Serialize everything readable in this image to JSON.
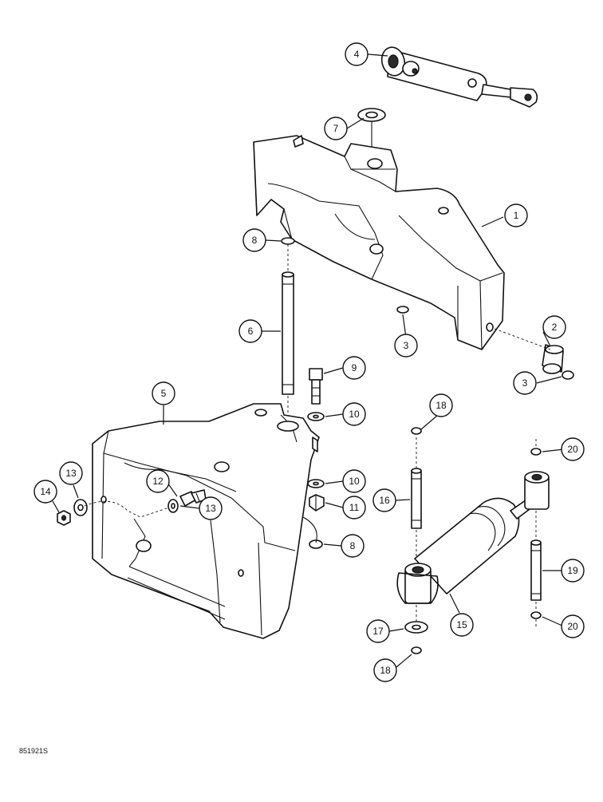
{
  "diagram": {
    "reference_code": "851921S",
    "callouts": [
      {
        "id": "c1",
        "label": "1"
      },
      {
        "id": "c2",
        "label": "2"
      },
      {
        "id": "c3a",
        "label": "3"
      },
      {
        "id": "c3b",
        "label": "3"
      },
      {
        "id": "c4",
        "label": "4"
      },
      {
        "id": "c5",
        "label": "5"
      },
      {
        "id": "c6",
        "label": "6"
      },
      {
        "id": "c7",
        "label": "7"
      },
      {
        "id": "c8a",
        "label": "8"
      },
      {
        "id": "c8b",
        "label": "8"
      },
      {
        "id": "c9",
        "label": "9"
      },
      {
        "id": "c10a",
        "label": "10"
      },
      {
        "id": "c10b",
        "label": "10"
      },
      {
        "id": "c11",
        "label": "11"
      },
      {
        "id": "c12",
        "label": "12"
      },
      {
        "id": "c13a",
        "label": "13"
      },
      {
        "id": "c13b",
        "label": "13"
      },
      {
        "id": "c14",
        "label": "14"
      },
      {
        "id": "c15",
        "label": "15"
      },
      {
        "id": "c16",
        "label": "16"
      },
      {
        "id": "c17",
        "label": "17"
      },
      {
        "id": "c18a",
        "label": "18"
      },
      {
        "id": "c18b",
        "label": "18"
      },
      {
        "id": "c19",
        "label": "19"
      },
      {
        "id": "c20a",
        "label": "20"
      },
      {
        "id": "c20b",
        "label": "20"
      }
    ]
  }
}
